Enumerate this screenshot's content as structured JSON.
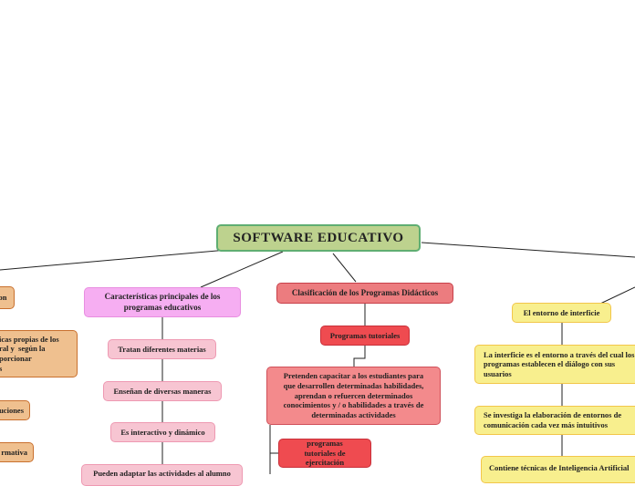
{
  "root": {
    "title": "SOFTWARE EDUCATIVO"
  },
  "left_branch": {
    "main": "on",
    "items": [
      "icas propias de los\nral y  según la\nporcionar\ns",
      "uciones",
      "rmativa"
    ]
  },
  "caracteristicas": {
    "main": "Características principales  de los programas educativos",
    "items": [
      "Tratan diferentes materias",
      "Enseñan de diversas maneras",
      "Es interactivo y dinámico",
      "Pueden adaptar las actividades al alumno"
    ]
  },
  "clasificacion": {
    "main": "Clasificación de los Programas Didácticos",
    "tutoriales": "Programas tutoriales",
    "descripcion": "Pretenden capacitar a los estudiantes para que desarrollen determinadas habilidades, aprendan o refuercen determinados conocimientos y / o habilidades a través de determinadas actividades",
    "ejercitacion": "programas tutoriales de ejercitación"
  },
  "entorno": {
    "main": "El entorno de interficie",
    "items": [
      "La interficie es el entorno a través del cual los programas establecen el diálogo con sus usuarios",
      "Se investiga la elaboración de entornos de comunicación cada vez más intuitivos",
      "Contiene técnicas de Inteligencia Artificial"
    ]
  },
  "colors": {
    "root": "#bdd28e",
    "orange": "#efc08f",
    "pink": "#f7c5d2",
    "magenta": "#f6aef2",
    "red": "#ef4b50",
    "yellow": "#f8ef8e"
  }
}
